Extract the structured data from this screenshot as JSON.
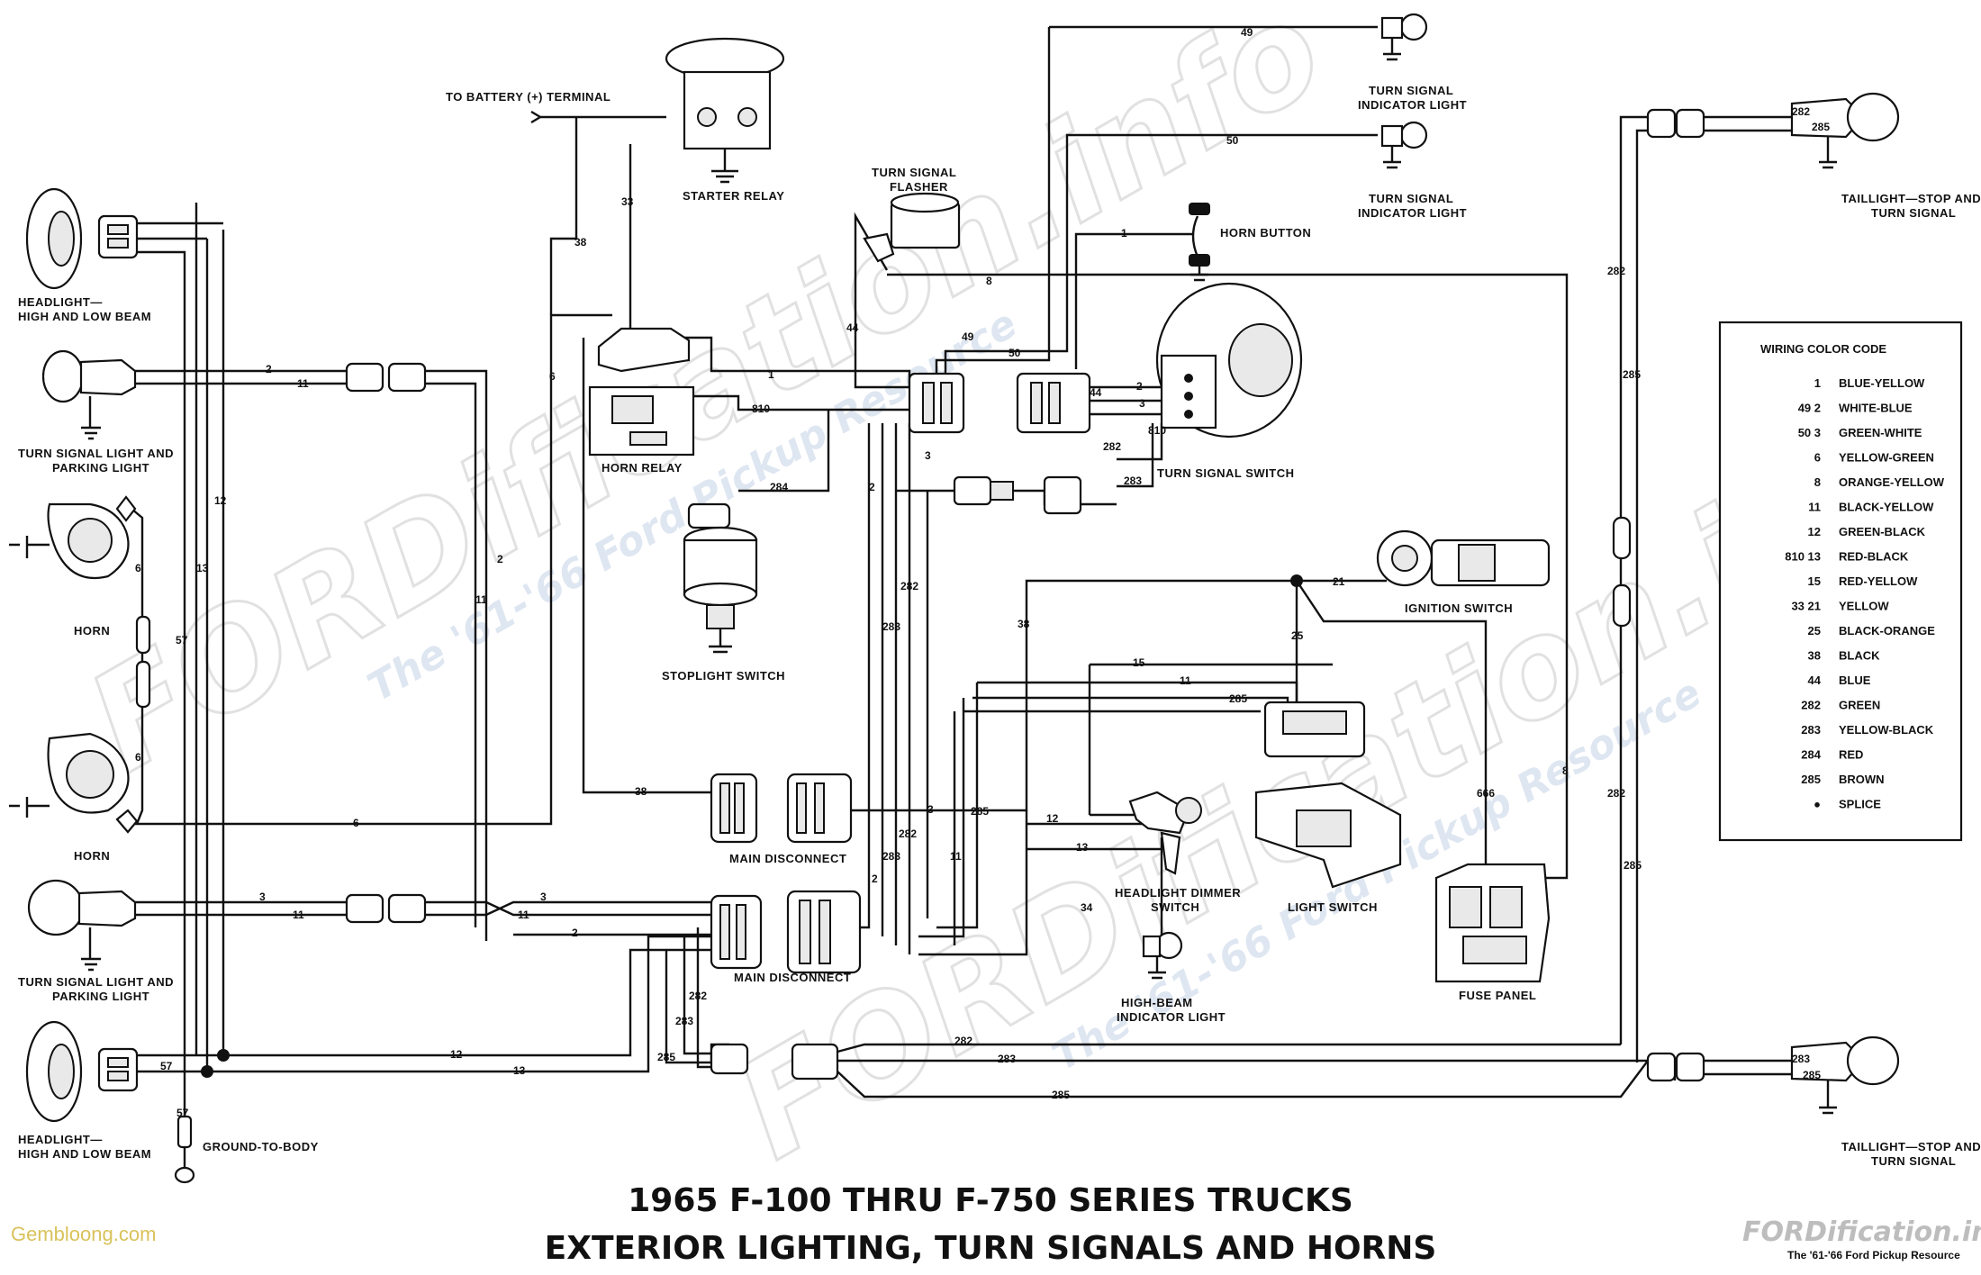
{
  "title": {
    "line1": "1965 F-100 THRU F-750 SERIES TRUCKS",
    "line2": "EXTERIOR LIGHTING, TURN SIGNALS AND HORNS"
  },
  "watermark": {
    "brand": "FORDification.info",
    "tagline": "The '61-'66 Ford Pickup Resource"
  },
  "footer": {
    "site_credit": "Gembloong.com",
    "brand_logo": "FORDification.info",
    "brand_tagline": "The '61-'66 Ford Pickup Resource"
  },
  "components": {
    "battery_terminal": "TO BATTERY (+) TERMINAL",
    "starter_relay": "STARTER RELAY",
    "headlight_top": [
      "HEADLIGHT—",
      "HIGH AND LOW BEAM"
    ],
    "turn_signal_parking_top": [
      "TURN SIGNAL LIGHT AND",
      "PARKING LIGHT"
    ],
    "horn_upper": "HORN",
    "horn_lower": "HORN",
    "turn_signal_parking_bottom": [
      "TURN SIGNAL LIGHT AND",
      "PARKING LIGHT"
    ],
    "headlight_bottom": [
      "HEADLIGHT—",
      "HIGH AND LOW BEAM"
    ],
    "ground_to_body": "GROUND-TO-BODY",
    "horn_relay": "HORN RELAY",
    "stoplight_switch": "STOPLIGHT SWITCH",
    "turn_signal_flasher": [
      "TURN SIGNAL",
      "FLASHER"
    ],
    "turn_indicator_1": [
      "TURN SIGNAL",
      "INDICATOR LIGHT"
    ],
    "turn_indicator_2": [
      "TURN SIGNAL",
      "INDICATOR LIGHT"
    ],
    "horn_button": "HORN BUTTON",
    "turn_signal_switch": "TURN SIGNAL SWITCH",
    "ignition_switch": "IGNITION SWITCH",
    "main_disconnect_upper": "MAIN DISCONNECT",
    "main_disconnect_lower": "MAIN DISCONNECT",
    "headlight_dimmer": [
      "HEADLIGHT DIMMER",
      "SWITCH"
    ],
    "high_beam_indicator": [
      "HIGH-BEAM",
      "INDICATOR LIGHT"
    ],
    "light_switch": "LIGHT SWITCH",
    "fuse_panel": "FUSE PANEL",
    "taillight_top": [
      "TAILLIGHT—STOP AND",
      "TURN SIGNAL"
    ],
    "taillight_bottom": [
      "TAILLIGHT—STOP AND",
      "TURN SIGNAL"
    ]
  },
  "wire_numbers": {
    "w49": "49",
    "w50": "50",
    "w1": "1",
    "w8": "8",
    "w33": "33",
    "w38": "38",
    "w44": "44",
    "w810": "810",
    "w284": "284",
    "w2": "2",
    "w3": "3",
    "w6": "6",
    "w11": "11",
    "w12": "12",
    "w13": "13",
    "w15": "15",
    "w21": "21",
    "w25": "25",
    "w34": "34",
    "w57": "57",
    "w282": "282",
    "w283": "283",
    "w285": "285",
    "w666": "666"
  },
  "legend": {
    "title": "WIRING COLOR CODE",
    "entries": [
      {
        "code": "1",
        "color": "BLUE-YELLOW"
      },
      {
        "code": "49  2",
        "color": "WHITE-BLUE"
      },
      {
        "code": "50  3",
        "color": "GREEN-WHITE"
      },
      {
        "code": "6",
        "color": "YELLOW-GREEN"
      },
      {
        "code": "8",
        "color": "ORANGE-YELLOW"
      },
      {
        "code": "11",
        "color": "BLACK-YELLOW"
      },
      {
        "code": "12",
        "color": "GREEN-BLACK"
      },
      {
        "code": "810  13",
        "color": "RED-BLACK"
      },
      {
        "code": "15",
        "color": "RED-YELLOW"
      },
      {
        "code": "33  21",
        "color": "YELLOW"
      },
      {
        "code": "25",
        "color": "BLACK-ORANGE"
      },
      {
        "code": "38",
        "color": "BLACK"
      },
      {
        "code": "44",
        "color": "BLUE"
      },
      {
        "code": "282",
        "color": "GREEN"
      },
      {
        "code": "283",
        "color": "YELLOW-BLACK"
      },
      {
        "code": "284",
        "color": "RED"
      },
      {
        "code": "285",
        "color": "BROWN"
      },
      {
        "code": "●",
        "color": "SPLICE"
      }
    ]
  }
}
